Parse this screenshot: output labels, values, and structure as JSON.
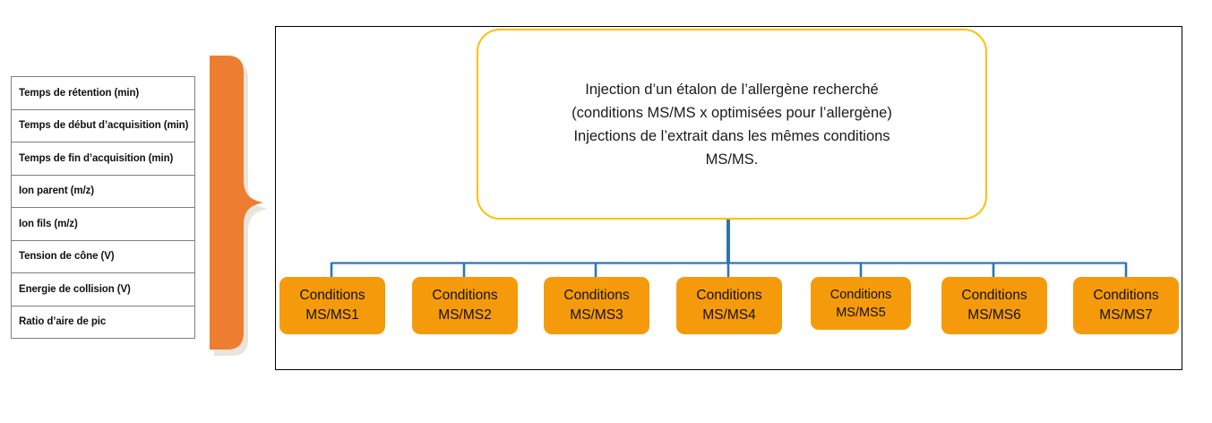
{
  "colors": {
    "brace_orange": "#ED7D31",
    "box_orange": "#F59B0B",
    "callout_yellow": "#FFC000",
    "connector_blue": "#2E75B6",
    "frame_black": "#000000",
    "table_border": "#7F7F7F"
  },
  "parameter_table": {
    "rows": [
      {
        "label": "Temps de rétention (min)"
      },
      {
        "label": "Temps de début d’acquisition (min)"
      },
      {
        "label": "Temps de fin d’acquisition (min)"
      },
      {
        "label": "Ion parent (m/z)"
      },
      {
        "label": "Ion fils (m/z)"
      },
      {
        "label": "Tension de cône (V)"
      },
      {
        "label": "Energie de collision (V)"
      },
      {
        "label": "Ratio d’aire de pic"
      }
    ]
  },
  "brace": {
    "icon": "curly-brace-right-icon"
  },
  "injection_callout": {
    "lines": [
      "Injection d’un étalon de l’allergène recherché",
      "(conditions MS/MS x optimisées pour l’allergène)",
      "Injections de l’extrait dans les mêmes conditions",
      "MS/MS."
    ]
  },
  "conditions": {
    "boxes": [
      {
        "line1": "Conditions",
        "line2": "MS/MS1"
      },
      {
        "line1": "Conditions",
        "line2": "MS/MS2"
      },
      {
        "line1": "Conditions",
        "line2": "MS/MS3"
      },
      {
        "line1": "Conditions",
        "line2": "MS/MS4"
      },
      {
        "line1": "Conditions",
        "line2": "MS/MS5"
      },
      {
        "line1": "Conditions",
        "line2": "MS/MS6"
      },
      {
        "line1": "Conditions",
        "line2": "MS/MS7"
      }
    ]
  }
}
